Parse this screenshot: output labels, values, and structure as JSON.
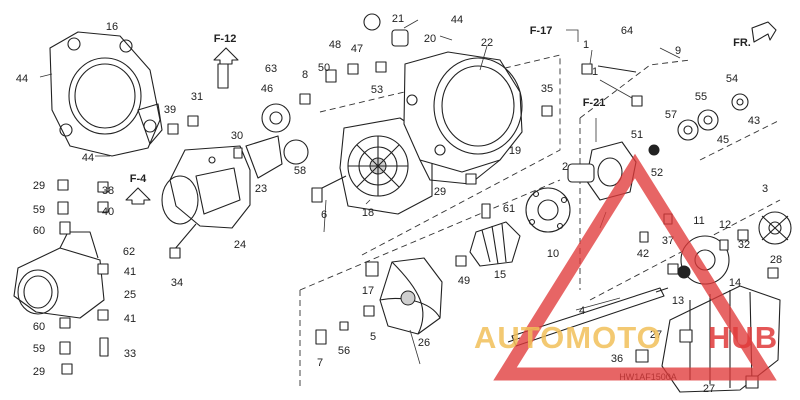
{
  "diagram": {
    "part_numbers": [
      "1",
      "2",
      "3",
      "4",
      "5",
      "6",
      "7",
      "8",
      "9",
      "10",
      "11",
      "12",
      "13",
      "14",
      "15",
      "16",
      "17",
      "18",
      "19",
      "20",
      "21",
      "22",
      "23",
      "24",
      "25",
      "26",
      "27",
      "28",
      "29",
      "30",
      "31",
      "32",
      "33",
      "34",
      "35",
      "36",
      "37",
      "38",
      "39",
      "40",
      "41",
      "42",
      "43",
      "44",
      "45",
      "46",
      "47",
      "48",
      "49",
      "50",
      "51",
      "52",
      "53",
      "54",
      "55",
      "56",
      "57",
      "58",
      "59",
      "60",
      "61",
      "62",
      "63",
      "64"
    ],
    "references": [
      "F-12",
      "F-4",
      "F-17",
      "F-21"
    ],
    "direction_label": "FR.",
    "drawing_code": "HW1AF1500A"
  },
  "watermark": {
    "part_a": "AUTOMOTO",
    "part_b": "HUB",
    "accent": "#e03a3a",
    "secondary": "#f2c05a"
  }
}
